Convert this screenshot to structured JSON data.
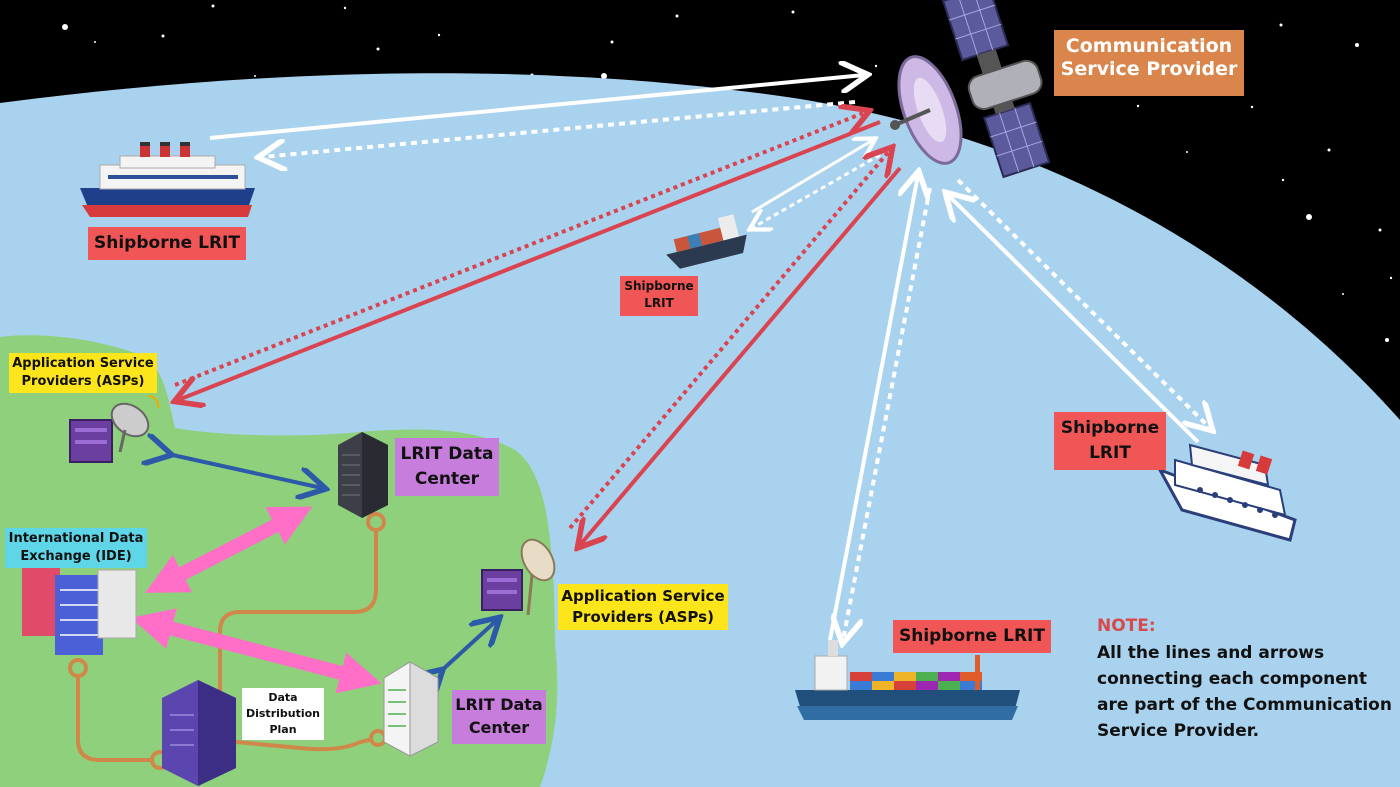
{
  "labels": {
    "csp": "Communication Service Provider",
    "shipborne_top_left": "Shipborne LRIT",
    "shipborne_small": "Shipborne LRIT",
    "shipborne_right": "Shipborne LRIT",
    "shipborne_bottom": "Shipborne LRIT",
    "asp_left": "Application Service Providers (ASPs)",
    "asp_right": "Application Service Providers (ASPs)",
    "ide": "International Data Exchange (IDE)",
    "data_center_top": "LRIT Data Center",
    "data_center_bottom": "LRIT Data Center",
    "ddp": "Data Distribution Plan"
  },
  "note": {
    "title": "NOTE:",
    "body": "All the lines and arrows connecting each component are part of the Communication Service Provider."
  },
  "colors": {
    "space": "#000000",
    "ocean": "#a9d2ee",
    "land": "#8fd07c",
    "red_link": "#d94450",
    "white_link": "#ffffff",
    "blue_link": "#2c5aa8",
    "pink_link": "#ff6ec7",
    "orange_link": "#d0884a"
  }
}
